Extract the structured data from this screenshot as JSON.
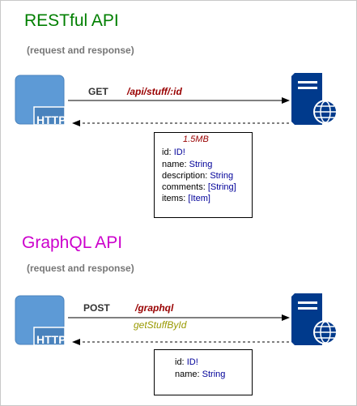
{
  "colors": {
    "rest_title": "#007f00",
    "graphql_title": "#cc00cc",
    "path": "#990000",
    "operation": "#999900",
    "type": "#000099",
    "size": "#990000",
    "client_fill": "#5d9ad6",
    "server_fill": "#003a8c"
  },
  "rest": {
    "title": "RESTful API",
    "subtitle": "(request and response)",
    "method": "GET",
    "path": "/api/stuff/:id",
    "client_label": "HTTP",
    "response_size": "1.5MB",
    "fields": [
      {
        "name": "id:",
        "type": "ID!"
      },
      {
        "name": "name:",
        "type": "String"
      },
      {
        "name": "description:",
        "type": "String"
      },
      {
        "name": "comments:",
        "type": "[String]"
      },
      {
        "name": "items:",
        "type": "[Item]"
      }
    ]
  },
  "graphql": {
    "title": "GraphQL API",
    "subtitle": "(request and response)",
    "method": "POST",
    "path": "/graphql",
    "operation": "getStuffById",
    "client_label": "HTTP",
    "fields": [
      {
        "name": "id:",
        "type": "ID!"
      },
      {
        "name": "name:",
        "type": "String"
      }
    ]
  }
}
